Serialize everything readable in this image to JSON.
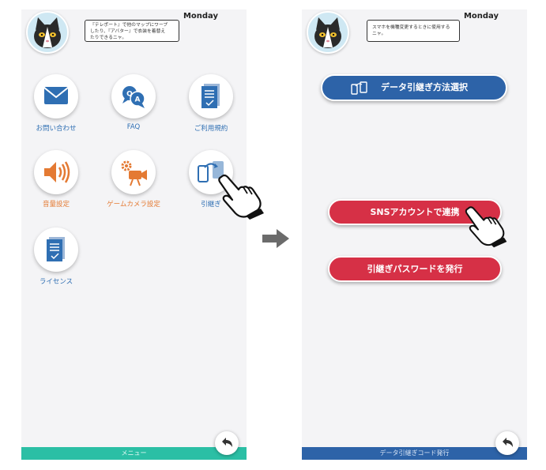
{
  "left": {
    "day": "Monday",
    "bubble": [
      "『テレポート』で他のマップにワープ",
      "したり、『アバター』で衣装を着替え",
      "たりできるニャ。"
    ],
    "menu": [
      {
        "label": "お問い合わせ",
        "icon": "envelope-icon",
        "color": "blue"
      },
      {
        "label": "FAQ",
        "icon": "qa-icon",
        "color": "blue"
      },
      {
        "label": "ご利用規約",
        "icon": "document-icon",
        "color": "blue"
      },
      {
        "label": "音量設定",
        "icon": "speaker-icon",
        "color": "orange"
      },
      {
        "label": "ゲームカメラ設定",
        "icon": "camera-gear-icon",
        "color": "orange"
      },
      {
        "label": "引継ぎ",
        "icon": "device-transfer-icon",
        "color": "blue"
      },
      {
        "label": "ライセンス",
        "icon": "license-icon",
        "color": "blue"
      }
    ],
    "bottom_bar": "メニュー"
  },
  "right": {
    "day": "Monday",
    "bubble": [
      "スマホを機種変更するときに使用する",
      "ニャ。"
    ],
    "select_button": "データ引継ぎ方法選択",
    "sns_button": "SNSアカウントで連携",
    "password_button": "引継ぎパスワードを発行",
    "bottom_bar": "データ引継ぎコード発行"
  },
  "colors": {
    "accent_blue": "#2d63a8",
    "accent_red": "#d63046",
    "teal": "#2bbfa5",
    "orange": "#e47a33"
  }
}
